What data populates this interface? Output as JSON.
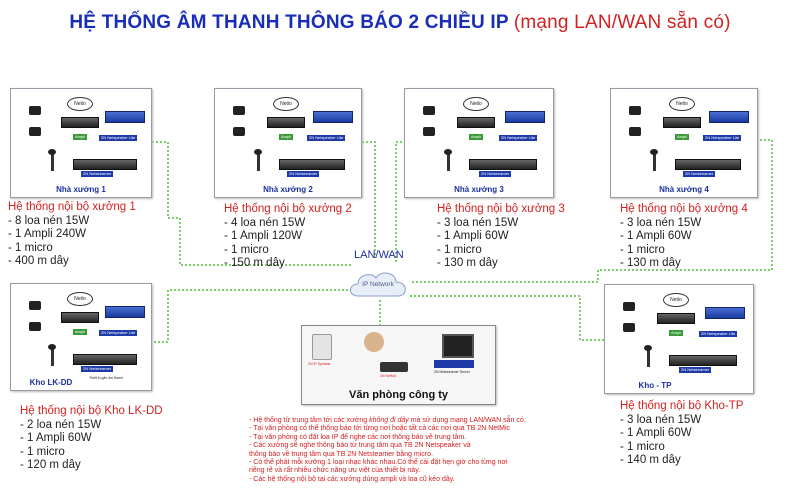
{
  "title": {
    "main": "HỆ THỐNG ÂM THANH THÔNG BÁO 2 CHIỀU  IP",
    "sub": "(mạng LAN/WAN sẵn có)"
  },
  "network": {
    "label": "LAN/WAN",
    "cloud_label": "IP Network"
  },
  "device_labels": {
    "ampli": "Ampli",
    "speaker": "2N Netspeaker Lite",
    "streamer": "2N Netstreamer",
    "logo": "Netio",
    "mic_note": "Thiết bị gắn âm thanh"
  },
  "sites": [
    {
      "caption": "Nhà xưởng 1",
      "heading": "Hệ thống nội bộ xưởng 1",
      "lines": [
        "- 8 loa nén 15W",
        "- 1 Ampli 240W",
        "- 1 micro",
        "- 400 m dây"
      ]
    },
    {
      "caption": "Nhà xưởng 2",
      "heading": "Hệ thống nội bộ xưởng 2",
      "lines": [
        "- 4 loa nén 15W",
        "- 1 Ampli 120W",
        "- 1 micro",
        "- 150 m dây"
      ]
    },
    {
      "caption": "Nhà xưởng 3",
      "heading": "Hệ thống nội bộ xưởng 3",
      "lines": [
        "- 3 loa nén 15W",
        "- 1 Ampli 60W",
        "- 1 micro",
        "- 130 m dây"
      ]
    },
    {
      "caption": "Nhà xưởng 4",
      "heading": "Hệ thống nội bộ xưởng 4",
      "lines": [
        "- 3 loa nén 15W",
        "- 1 Ampli 60W",
        "- 1 micro",
        "- 130 m dây"
      ]
    },
    {
      "caption": "Kho LK-DD",
      "heading": "Hệ thống nội bộ Kho LK-DD",
      "lines": [
        "- 2 loa nén 15W",
        "- 1 Ampli 60W",
        "- 1 micro",
        "- 120 m dây"
      ]
    },
    {
      "caption": "Kho - TP",
      "heading": "Hệ thống nội bộ Kho-TP",
      "lines": [
        "- 3 loa nén 15W",
        "- 1 Ampli 60W",
        "- 1 micro",
        "- 140 m dây"
      ]
    }
  ],
  "office": {
    "caption": "Văn phòng công ty",
    "dev1": "2N IP Speaker",
    "dev2": "2N NetMic",
    "dev3": "2N Netstreamer Server"
  },
  "notes": {
    "n1a": "- Hệ thống từ trung tâm tới các xưởng ",
    "n1b": "không đi dây",
    "n1c": " mà sử dụng mạng LAN/WAN sẵn có.",
    "n2": "- Tại văn phòng có thể thông báo tới từng nơi hoặc tất cả các nơi qua TB 2N NetMic",
    "n3": "- Tại văn phòng có đặt loa IP để nghe các nơi thông báo về trung tâm.",
    "n4": "- Các xưởng sẽ nghe thông báo từ trung tâm qua TB 2N Netspeaker và",
    "n4b": "  thông báo về trung tâm qua TB 2N Netsteamer bằng micro.",
    "n5": "- Có thể phát mỗi xưởng 1 loại nhạc khác nhau.Có thể cài đặt hẹn giờ cho từng nơi",
    "n5b": "  riêng rẽ và rất nhiều chức năng ưu việt của thiết bị này.",
    "n6": "- Các hệ thống nội bộ tại các xưởng dùng ampli và loa cũ kéo dây."
  },
  "colors": {
    "title": "#1a2db8",
    "accent": "#d42020",
    "link": "#4fbf3a"
  }
}
